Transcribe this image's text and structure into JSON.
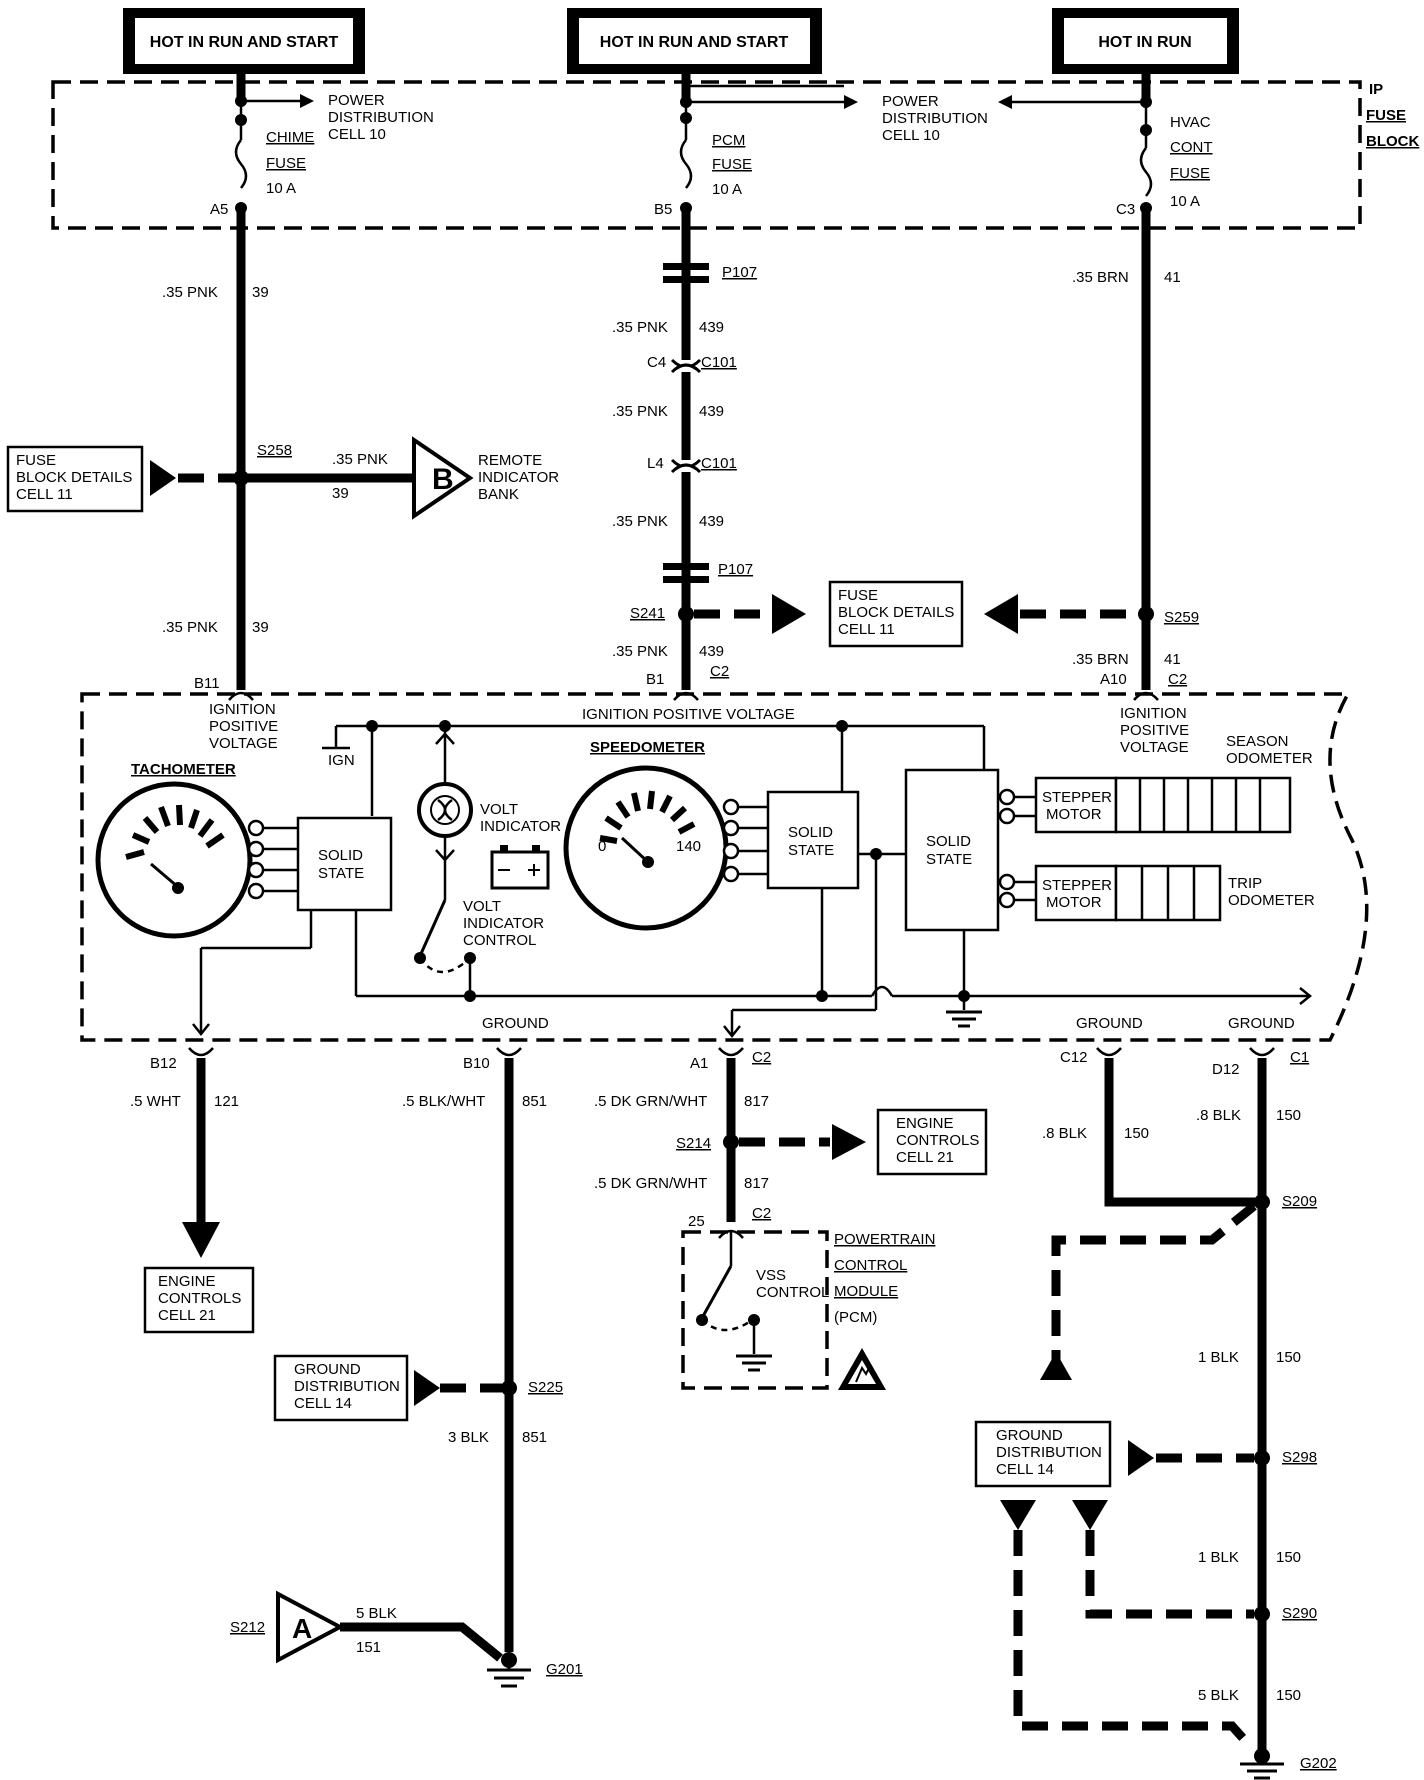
{
  "supplies": {
    "left": "HOT IN RUN AND START",
    "center": "HOT IN RUN AND START",
    "right": "HOT IN RUN"
  },
  "fuse_block": {
    "label_1": "IP",
    "label_2": "FUSE",
    "label_3": "BLOCK",
    "pdc_left_1": "POWER",
    "pdc_left_2": "DISTRIBUTION",
    "pdc_left_3": "CELL  10",
    "pdc_center_1": "POWER",
    "pdc_center_2": "DISTRIBUTION",
    "pdc_center_3": "CELL  10",
    "chime_1": "CHIME",
    "chime_2": "FUSE",
    "chime_3": "10  A",
    "pcm_1": "PCM",
    "pcm_2": "FUSE",
    "pcm_3": "10  A",
    "hvac_1": "HVAC",
    "hvac_2": "CONT",
    "hvac_3": "FUSE",
    "hvac_4": "10  A",
    "pin_a5": "A5",
    "pin_b5": "B5",
    "pin_c3": "C3"
  },
  "wires": {
    "w1_gauge": ".35  PNK",
    "w1_circuit": "39",
    "w2_gauge": ".35  PNK",
    "w2_circuit": "439",
    "w3_gauge": ".35  PNK",
    "w3_circuit": "439",
    "w4_gauge": ".35  PNK",
    "w4_circuit": "439",
    "w5_gauge": ".35  PNK",
    "w5_circuit": "439",
    "w6_gauge": ".35  BRN",
    "w6_circuit": "41",
    "w7_gauge": ".35  PNK",
    "w7_circuit": "39",
    "w8_gauge": ".35  PNK",
    "w8_circuit": "39",
    "w9_gauge": ".35  BRN",
    "w9_circuit": "41",
    "w10_gauge": ".5  WHT",
    "w10_circuit": "121",
    "w11_gauge": ".5  BLK/WHT",
    "w11_circuit": "851",
    "w12_gauge": ".5  DK  GRN/WHT",
    "w12_circuit": "817",
    "w13_gauge": ".5  DK  GRN/WHT",
    "w13_circuit": "817",
    "w14_gauge": ".8  BLK",
    "w14_circuit": "150",
    "w15_gauge": ".8  BLK",
    "w15_circuit": "150",
    "w16_gauge": "3  BLK",
    "w16_circuit": "851",
    "w17_gauge": "1  BLK",
    "w17_circuit": "150",
    "w18_gauge": "1  BLK",
    "w18_circuit": "150",
    "w19_gauge": "5  BLK",
    "w19_circuit": "150",
    "w20_gauge": "5  BLK",
    "w20_circuit": "151"
  },
  "connectors": {
    "p107_top": "P107",
    "p107_bottom": "P107",
    "c4": "C4",
    "c101_a": "C101",
    "l4": "L4",
    "c101_b": "C101",
    "s258": "S258",
    "s241": "S241",
    "s259": "S259",
    "s214": "S214",
    "s225": "S225",
    "s209": "S209",
    "s298": "S298",
    "s290": "S290",
    "s212": "S212",
    "g201": "G201",
    "g202": "G202",
    "b11": "B11",
    "b1": "B1",
    "c2_b1": "C2",
    "a10": "A10",
    "c2_a10": "C2",
    "b12": "B12",
    "b10": "B10",
    "a1": "A1",
    "c2_a1": "C2",
    "c12": "C12",
    "d12": "D12",
    "c1_d12": "C1",
    "pin_25": "25",
    "c2_pcm": "C2"
  },
  "refs": {
    "fuse_details_left_1": "FUSE",
    "fuse_details_left_2": "BLOCK  DETAILS",
    "fuse_details_left_3": "CELL  11",
    "remote_1": "REMOTE",
    "remote_2": "INDICATOR",
    "remote_3": "BANK",
    "remote_letter": "B",
    "fuse_details_center_1": "FUSE",
    "fuse_details_center_2": "BLOCK  DETAILS",
    "fuse_details_center_3": "CELL  11",
    "engine_right_1": "ENGINE",
    "engine_right_2": "CONTROLS",
    "engine_right_3": "CELL  21",
    "engine_left_1": "ENGINE",
    "engine_left_2": "CONTROLS",
    "engine_left_3": "CELL  21",
    "gnd_left_1": "GROUND",
    "gnd_left_2": "DISTRIBUTION",
    "gnd_left_3": "CELL  14",
    "gnd_right_1": "GROUND",
    "gnd_right_2": "DISTRIBUTION",
    "gnd_right_3": "CELL  14",
    "a_letter": "A"
  },
  "cluster": {
    "ign_pos_left_1": "IGNITION",
    "ign_pos_left_2": "POSITIVE",
    "ign_pos_left_3": "VOLTAGE",
    "ign_pos_center": "IGNITION  POSITIVE  VOLTAGE",
    "ign_pos_right_1": "IGNITION",
    "ign_pos_right_2": "POSITIVE",
    "ign_pos_right_3": "VOLTAGE",
    "ign": "IGN",
    "tachometer": "TACHOMETER",
    "solid_state_1a": "SOLID",
    "solid_state_1b": "STATE",
    "volt_1": "VOLT",
    "volt_2": "INDICATOR",
    "volt_ctrl_1": "VOLT",
    "volt_ctrl_2": "INDICATOR",
    "volt_ctrl_3": "CONTROL",
    "speedometer": "SPEEDOMETER",
    "speed_min": "0",
    "speed_max": "140",
    "solid_state_2a": "SOLID",
    "solid_state_2b": "STATE",
    "solid_state_3a": "SOLID",
    "solid_state_3b": "STATE",
    "stepper_1a": "STEPPER",
    "stepper_1b": "MOTOR",
    "stepper_2a": "STEPPER",
    "stepper_2b": "MOTOR",
    "season_1": "SEASON",
    "season_2": "ODOMETER",
    "trip_1": "TRIP",
    "trip_2": "ODOMETER",
    "ground_1": "GROUND",
    "ground_2": "GROUND",
    "ground_3": "GROUND"
  },
  "pcm": {
    "title_1": "POWERTRAIN",
    "title_2": "CONTROL",
    "title_3": "MODULE",
    "title_4": "(PCM)",
    "vss_1": "VSS",
    "vss_2": "CONTROL"
  }
}
